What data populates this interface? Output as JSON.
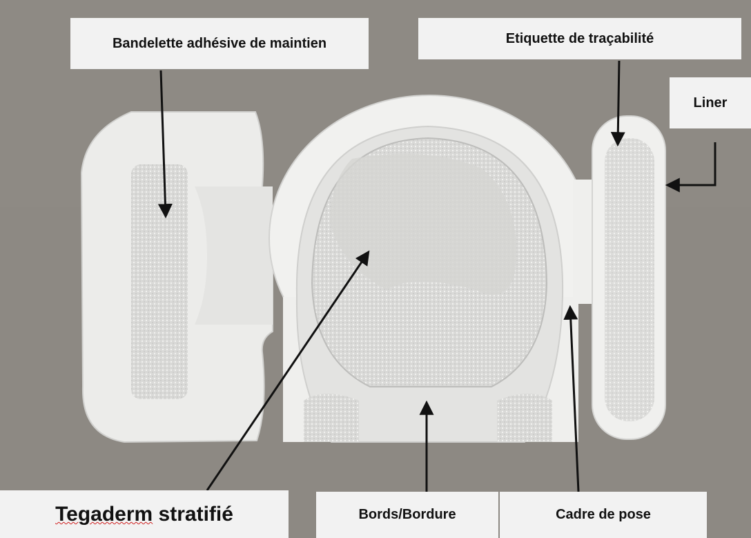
{
  "labels": {
    "bandelette": "Bandelette adhésive de maintien",
    "etiquette": "Etiquette de traçabilité",
    "liner": "Liner",
    "tegaderm_word": "Tegaderm",
    "tegaderm_rest": " stratifié",
    "bords": "Bords/Bordure",
    "cadre": "Cadre de pose"
  },
  "colors": {
    "background": "#8d8983",
    "dressing": "#ececea",
    "pad": "#d6d6d4",
    "arrow": "#111111"
  }
}
